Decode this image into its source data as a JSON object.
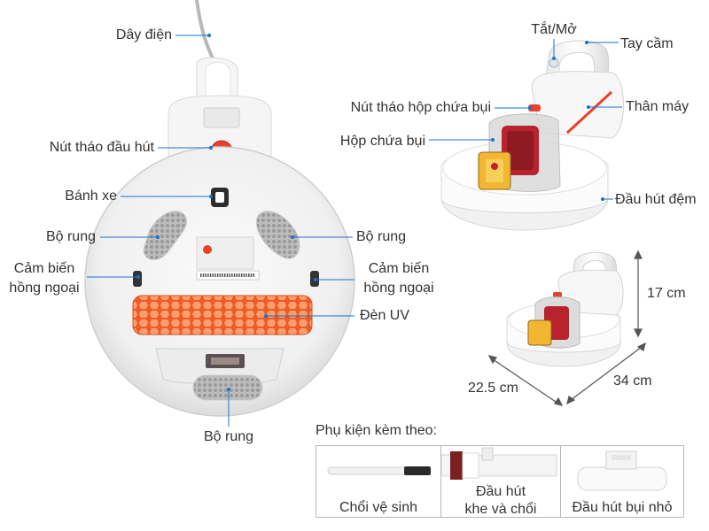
{
  "labels": {
    "cord": "Dây điện",
    "head_release": "Nút tháo đầu hút",
    "wheel": "Bánh xe",
    "vibration_left": "Bộ rung",
    "vibration_right": "Bộ rung",
    "vibration_bottom": "Bộ rung",
    "ir_sensor_left_line1": "Cảm biến",
    "ir_sensor_left_line2": "hồng ngoại",
    "ir_sensor_right_line1": "Cảm biến",
    "ir_sensor_right_line2": "hồng ngoại",
    "uv_lamp": "Đèn UV",
    "power": "Tắt/Mở",
    "handle": "Tay cầm",
    "dust_release": "Nút tháo hộp chứa bụi",
    "body": "Thân máy",
    "dust_box": "Hộp chứa bụi",
    "mattress_head": "Đầu hút đệm"
  },
  "dimensions": {
    "height": "17 cm",
    "width": "34 cm",
    "depth": "22.5 cm"
  },
  "accessories": {
    "title": "Phụ kiện kèm theo:",
    "items": [
      {
        "label_line1": "Chổi vệ sinh",
        "label_line2": ""
      },
      {
        "label_line1": "Đầu hút",
        "label_line2": "khe và chổi"
      },
      {
        "label_line1": "Đầu hút bụi nhỏ",
        "label_line2": ""
      }
    ]
  },
  "colors": {
    "accent": "#e8412c",
    "brand_red": "#c8202a",
    "body_white": "#f4f4f4",
    "line": "#1a73c9",
    "uv": "#f05a28"
  }
}
